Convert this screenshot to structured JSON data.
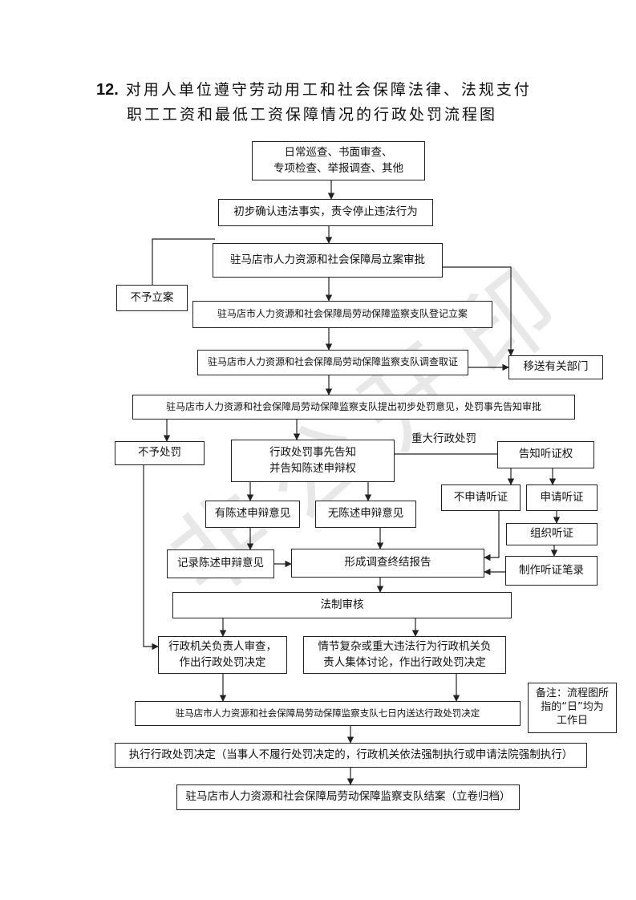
{
  "title": {
    "number": "12.",
    "line1": "对用人单位遵守劳动用工和社会保障法律、法规支付",
    "line2": "职工工资和最低工资保障情况的行政处罚流程图"
  },
  "watermark": "非公开印",
  "nodes": {
    "inspection": "日常巡查、书面审查、\n专项检查、举报调查、其他",
    "confirm_stop": "初步确认违法事实，责令停止违法行为",
    "bureau_approval": "驻马店市人力资源和社会保障局立案审批",
    "no_filing": "不予立案",
    "register_case": "驻马店市人力资源和社会保障局劳动保障监察支队登记立案",
    "investigate": "驻马店市人力资源和社会保障局劳动保障监察支队调查取证",
    "transfer": "移送有关部门",
    "initial_opinion": "驻马店市人力资源和社会保障局劳动保障监察支队提出初步处罚意见，处罚事先告知审批",
    "no_penalty": "不予处罚",
    "prior_notice": "行政处罚事先告知\n并告知陈述申辩权",
    "notify_hearing": "告知听证权",
    "has_defense": "有陈述申辩意见",
    "no_defense": "无陈述申辩意见",
    "no_hearing_request": "不申请听证",
    "hearing_request": "申请听证",
    "organize_hearing": "组织听证",
    "record_defense": "记录陈述申辩意见",
    "report": "形成调查终结报告",
    "hearing_notes": "制作听证笔录",
    "legal_review": "法制审核",
    "head_review": "行政机关负责人审查，\n作出行政处罚决定",
    "collective_discussion": "情节复杂或重大违法行为行政机关负\n责人集体讨论，作出行政处罚决定",
    "serve_decision": "驻马店市人力资源和社会保障局劳动保障监察支队七日内送达行政处罚决定",
    "execute": "执行行政处罚决定（当事人不履行处罚决定的，行政机关依法强制执行或申请法院强制执行）",
    "close_case": "驻马店市人力资源和社会保障局劳动保障监察支队结案（立卷归档）",
    "note": "备注：流程图所\n指的“日”均为\n工作日"
  },
  "labels": {
    "major_penalty": "重大行政处罚"
  }
}
